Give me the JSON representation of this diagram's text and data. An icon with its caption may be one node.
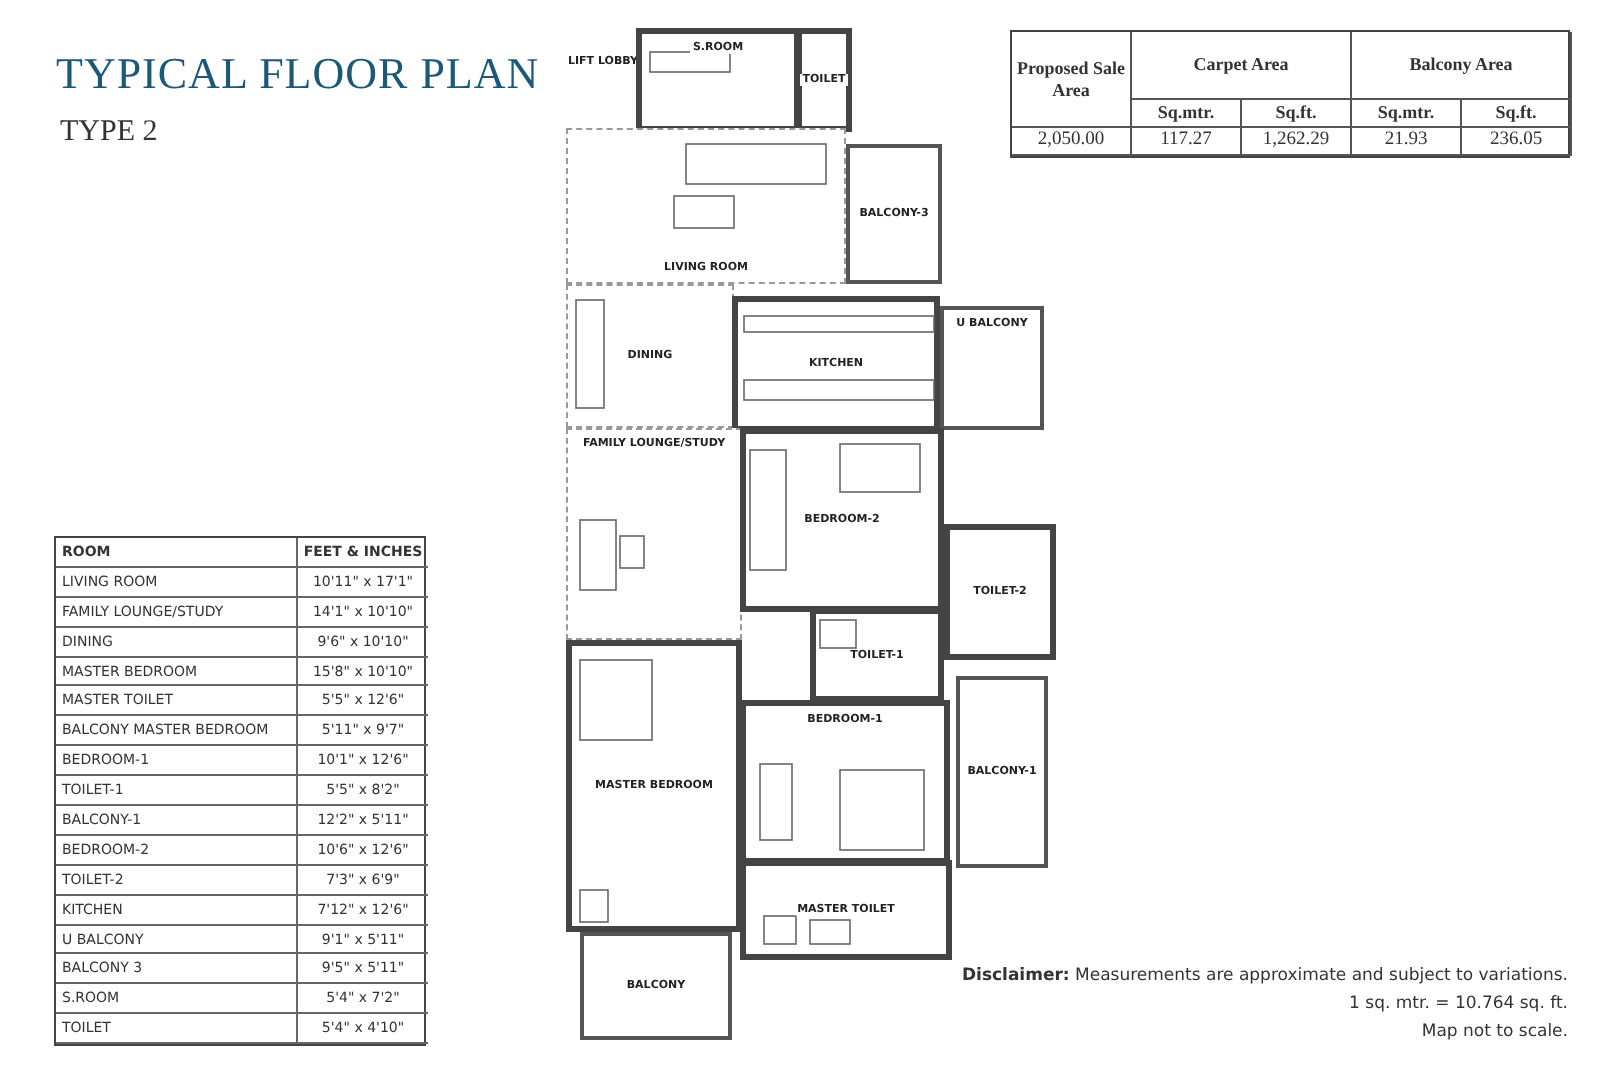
{
  "diagram": {
    "title": "TYPICAL FLOOR PLAN",
    "nodes": [
      {
        "text": [
          "S.ROOM"
        ]
      },
      {
        "text": [
          "TOILET"
        ]
      },
      {
        "text": [
          "LIVING ROOM"
        ]
      },
      {
        "text": [
          "BALCONY-3"
        ]
      },
      {
        "text": [
          "DINING"
        ]
      },
      {
        "text": [
          "KITCHEN"
        ]
      },
      {
        "text": [
          "U BALCONY"
        ]
      },
      {
        "text": [
          "FAMILY LOUNGE/STUDY"
        ]
      },
      {
        "text": [
          "BEDROOM-2"
        ]
      },
      {
        "text": [
          "TOILET-2"
        ]
      },
      {
        "text": [
          "TOILET-1"
        ]
      },
      {
        "text": [
          "BEDROOM-1"
        ]
      },
      {
        "text": [
          "BALCONY-1"
        ]
      },
      {
        "text": [
          "MASTER BEDROOM"
        ]
      },
      {
        "text": [
          "MASTER TOILET"
        ]
      },
      {
        "text": [
          "BALCONY"
        ]
      }
    ],
    "labels": [
      "TYPE 2",
      "LIFT LOBBY",
      "ROOM",
      "FEET & INCHES",
      "LIVING ROOM",
      "10'11\" x 17'1\"",
      "FAMILY LOUNGE/STUDY",
      "14'1\" x 10'10\"",
      "DINING",
      "9'6\" x 10'10\"",
      "MASTER BEDROOM",
      "15'8\" x 10'10\"",
      "MASTER TOILET",
      "5'5\" x 12'6\"",
      "BALCONY MASTER BEDROOM",
      "5'11\" x 9'7\"",
      "BEDROOM-1",
      "10'1\" x 12'6\"",
      "TOILET-1",
      "5'5\" x 8'2\"",
      "BALCONY-1",
      "12'2\" x 5'11\"",
      "BEDROOM-2",
      "10'6\" x 12'6\"",
      "TOILET-2",
      "7'3\" x 6'9\"",
      "KITCHEN",
      "7'12\" x 12'6\"",
      "U BALCONY",
      "9'1\" x 5'11\"",
      "BALCONY 3",
      "9'5\" x 5'11\"",
      "S.ROOM",
      "5'4\" x 7'2\"",
      "TOILET",
      "5'4\" x 4'10\"",
      "Proposed Sale Area",
      "Carpet Area",
      "Balcony Area",
      "Sq.mtr.",
      "Sq.ft.",
      "Sq.mtr.",
      "Sq.ft.",
      "2,050.00",
      "117.27",
      "1,262.29",
      "21.93",
      "236.05",
      "**Disclaimer:** Measurements are approximate and subject to variations.",
      "1 sq. mtr. = 10.764 sq. ft.",
      "Map not to scale."
    ]
  }
}
